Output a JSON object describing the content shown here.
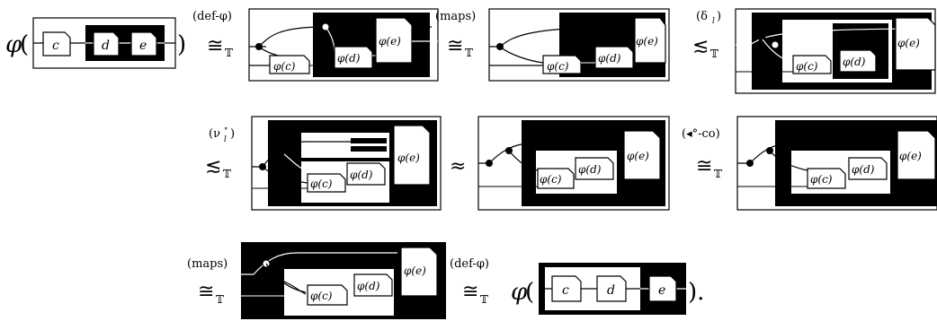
{
  "phi": "φ",
  "relations": {
    "def_phi": "(def-φ)",
    "maps": "(maps)",
    "delta": "(δ",
    "delta_sub": "l",
    "nu": "(ν",
    "nu_sup": "∘",
    "nu_sub": "l",
    "nu_close": ")",
    "tri_co": "(◂°-co)",
    "cong": "≅",
    "lesssim": "≲",
    "approx": "≈",
    "T": "𝕋"
  },
  "boxes": {
    "c": "c",
    "d": "d",
    "e": "e",
    "phi_c": "φ(c)",
    "phi_d": "φ(d)",
    "phi_e": "φ(e)"
  },
  "punct": {
    "open": "(",
    "close": ")",
    "close_period": ")."
  }
}
